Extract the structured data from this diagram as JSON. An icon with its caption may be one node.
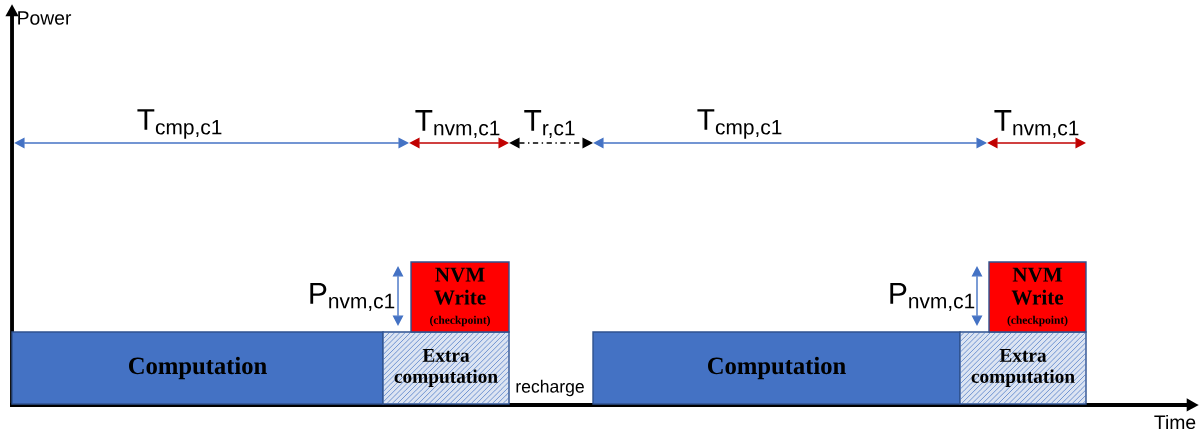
{
  "diagram": {
    "nodes": [
      {
        "text": [
          "Computation"
        ]
      },
      {
        "text": [
          "Extra computation"
        ]
      },
      {
        "text": [
          "NVM Write",
          "(checkpoint)"
        ]
      },
      {
        "text": [
          "Computation"
        ]
      },
      {
        "text": [
          "Extra computation"
        ]
      },
      {
        "text": [
          "NVM Write",
          "(checkpoint)"
        ]
      }
    ],
    "labels": [
      "Power",
      "T$_{cmp,c1}$",
      "T$_{nvm,c1}$",
      "T$_{r,c1}$",
      "T$_{cmp,c1}$",
      "T$_{nvm,c1}$",
      "P$_{nvm,c1}$",
      "P$_{nvm,c1}$",
      "recharge",
      "Time"
    ]
  }
}
